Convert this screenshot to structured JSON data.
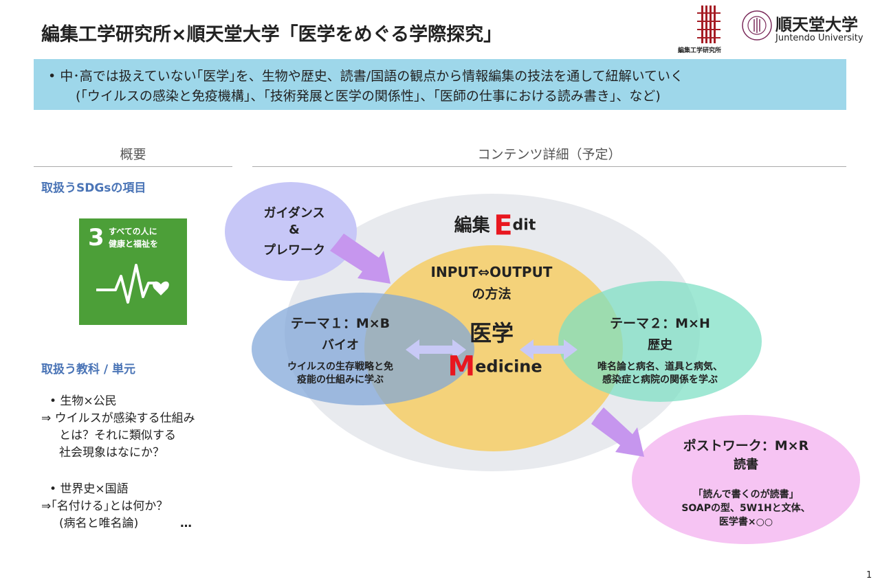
{
  "header": {
    "title": "編集工学研究所×順天堂大学「医学をめぐる学際探究」",
    "logo_lab_text": "編集工学研究所",
    "univ_name_jp": "順天堂大学",
    "univ_name_en": "Juntendo University"
  },
  "banner": {
    "line1": "• 中･高では扱えていない｢医学｣を、生物や歴史、読書/国語の観点から情報編集の技法を通して紐解いていく",
    "line2": "(｢ウイルスの感染と免疫機構｣、｢技術発展と医学の関係性｣、｢医師の仕事における読み書き｣、など)"
  },
  "overview": {
    "heading": "概要",
    "sdgs_heading": "取扱うSDGsの項目",
    "sdg_number": "3",
    "sdg_text_line1": "すべての人に",
    "sdg_text_line2": "健康と福祉を",
    "subjects_heading": "取扱う教科 / 単元",
    "items": [
      {
        "bullet": "• 生物×公民",
        "lines": [
          "⇒ ウイルスが感染する仕組み",
          "とは？それに類似する",
          "社会現象はなにか？"
        ]
      },
      {
        "bullet": "• 世界史×国語",
        "lines": [
          "⇒｢名付ける｣とは何か？",
          "(病名と唯名論)",
          "…"
        ]
      }
    ]
  },
  "contents": {
    "heading": "コンテンツ詳細（予定）",
    "edit_label": "編集",
    "edit_initial": "E",
    "edit_rest": "dit",
    "center_line1": "INPUT⇔OUTPUT",
    "center_line2": "の方法",
    "center_main": "医学",
    "medicine_initial": "M",
    "medicine_rest": "edicine",
    "guidance": [
      "ガイダンス",
      "&",
      "プレワーク"
    ],
    "theme1": {
      "title": "テーマ１：M×B",
      "subtitle": "バイオ",
      "desc1": "ウイルスの生存戦略と免",
      "desc2": "疫能の仕組みに学ぶ"
    },
    "theme2": {
      "title": "テーマ２：M×H",
      "subtitle": "歴史",
      "desc1": "唯名論と病名、道具と病気、",
      "desc2": "感染症と病院の関係を学ぶ"
    },
    "postwork": {
      "title": "ポストワーク：M×R",
      "subtitle": "読書",
      "desc1": "｢読んで書くのが読書｣",
      "desc2": "SOAPの型、5W1Hと文体、",
      "desc3": "医学書×○○"
    }
  },
  "colors": {
    "banner": "#9ed7ea",
    "sdg_green": "#4c9f38",
    "accent_red": "#e8171f",
    "blue_heading": "#4a74b6",
    "center_yellow": "#f4d27a",
    "theme1_blue": "#8fb0de",
    "theme2_teal": "#8ae0c9",
    "guidance_lavender": "#c7c7f7",
    "postwork_pink": "#f6c4f3",
    "arrow_purple": "#c696ee"
  },
  "page_number": "1"
}
